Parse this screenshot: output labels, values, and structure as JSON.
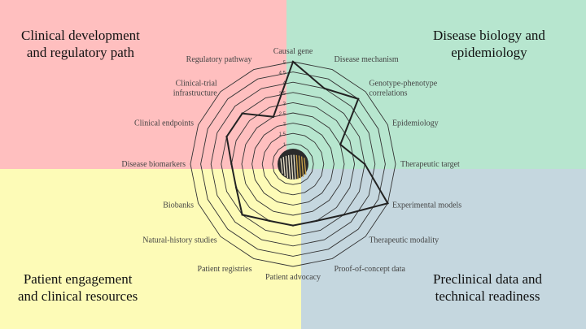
{
  "quadrants": [
    {
      "id": "top-left",
      "title_line1": "Clinical development",
      "title_line2": "and regulatory path",
      "color": "#ffbfbf"
    },
    {
      "id": "top-right",
      "title_line1": "Disease biology and",
      "title_line2": "epidemiology",
      "color": "#b7e6cf"
    },
    {
      "id": "bottom-left",
      "title_line1": "Patient engagement",
      "title_line2": "and clinical resources",
      "color": "#fdfbb7"
    },
    {
      "id": "bottom-right",
      "title_line1": "Preclinical data and",
      "title_line2": "technical readiness",
      "color": "#c5d7df"
    }
  ],
  "chart_data": {
    "type": "radar",
    "title": "",
    "axes": [
      [
        "Causal gene"
      ],
      [
        "Disease mechanism"
      ],
      [
        "Genotype-phenotype",
        "correlations"
      ],
      [
        "Epidemiology"
      ],
      [
        "Therapeutic target"
      ],
      [
        "Experimental models"
      ],
      [
        "Therapeutic modality"
      ],
      [
        "Proof-of-concept data"
      ],
      [
        "Patient advocacy"
      ],
      [
        "Patient registries"
      ],
      [
        "Natural-history studies"
      ],
      [
        "Biobanks"
      ],
      [
        "Disease biomarkers"
      ],
      [
        "Clinical endpoints"
      ],
      [
        "Clinical-trial",
        "infrastructure"
      ],
      [
        "Regulatory pathway"
      ]
    ],
    "values": [
      5,
      4,
      4.5,
      2.5,
      3.5,
      5,
      3.5,
      3,
      3,
      3,
      3.5,
      3,
      3,
      3.5,
      3.5,
      2.5
    ],
    "rmax": 5,
    "ticks": [
      "1",
      "1.5",
      "2",
      "2.5",
      "3",
      "3.5",
      "4",
      "4.5",
      "5"
    ],
    "center_icon": "dna-barcode-icon",
    "grid": "on",
    "line_color": "#222222",
    "grid_color": "#333333"
  }
}
